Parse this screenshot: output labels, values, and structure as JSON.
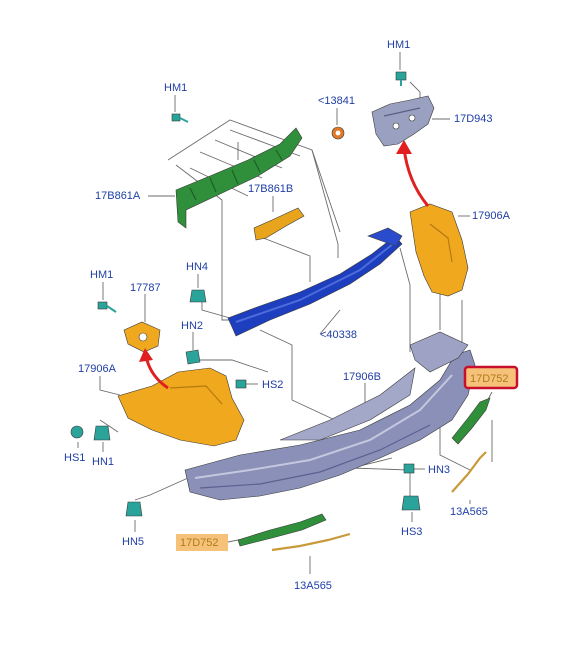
{
  "colors": {
    "label": "#1f3fa6",
    "bumper_cover": "#8a90b8",
    "corner_bracket": "#f0a81e",
    "reinforcement": "#1d3fbf",
    "green_bracket": "#2f8f3a",
    "clip": "#2aa39a",
    "arrow": "#e02020",
    "highlight_box": "#c8102e",
    "tag_fill": "#f6c27a"
  },
  "labels": {
    "hm1_top_right": "HM1",
    "c13841": "<13841",
    "d943": "17D943",
    "hm1_left_top": "HM1",
    "b861a": "17B861A",
    "b861b": "17B861B",
    "a906a_right": "17906A",
    "hn4": "HN4",
    "hm1_left_mid": "HM1",
    "p17787": "17787",
    "c40338": "<40338",
    "hn2": "HN2",
    "a906a_left": "17906A",
    "hs2": "HS2",
    "b906b": "17906B",
    "d752_right": "17D752",
    "hs1": "HS1",
    "hn1": "HN1",
    "hn3": "HN3",
    "hs3": "HS3",
    "a565_right": "13A565",
    "hn5": "HN5",
    "d752_left": "17D752",
    "a565_bottom": "13A565"
  }
}
